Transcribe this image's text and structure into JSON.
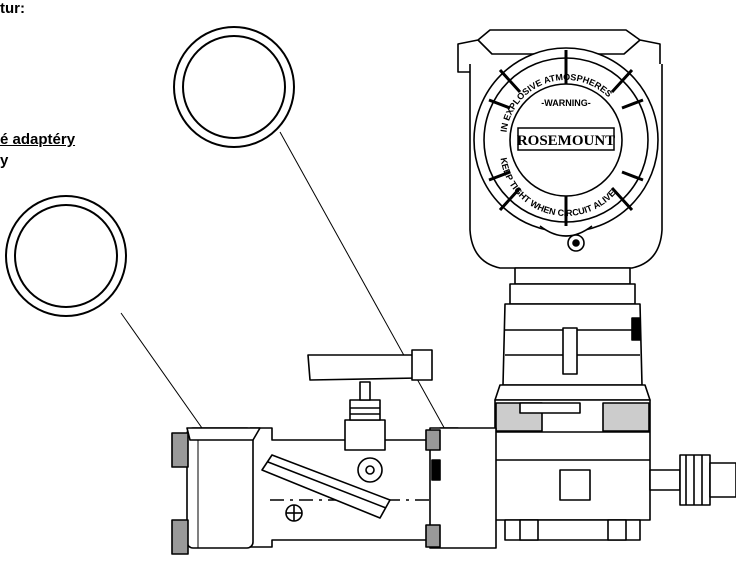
{
  "labels": {
    "top": "tur:",
    "adapters": "é adaptéry",
    "y_line": "y"
  },
  "device": {
    "brand": "ROSEMOUNT",
    "warning": "-WARNING-",
    "ring_text_top": "IN EXPLOSIVE ATMOSPHERES",
    "ring_text_bottom": "KEEP TIGHT WHEN CIRCUIT ALIVE"
  },
  "colors": {
    "ink": "#000000",
    "paper": "#ffffff",
    "shade": "#c8c8c8"
  }
}
